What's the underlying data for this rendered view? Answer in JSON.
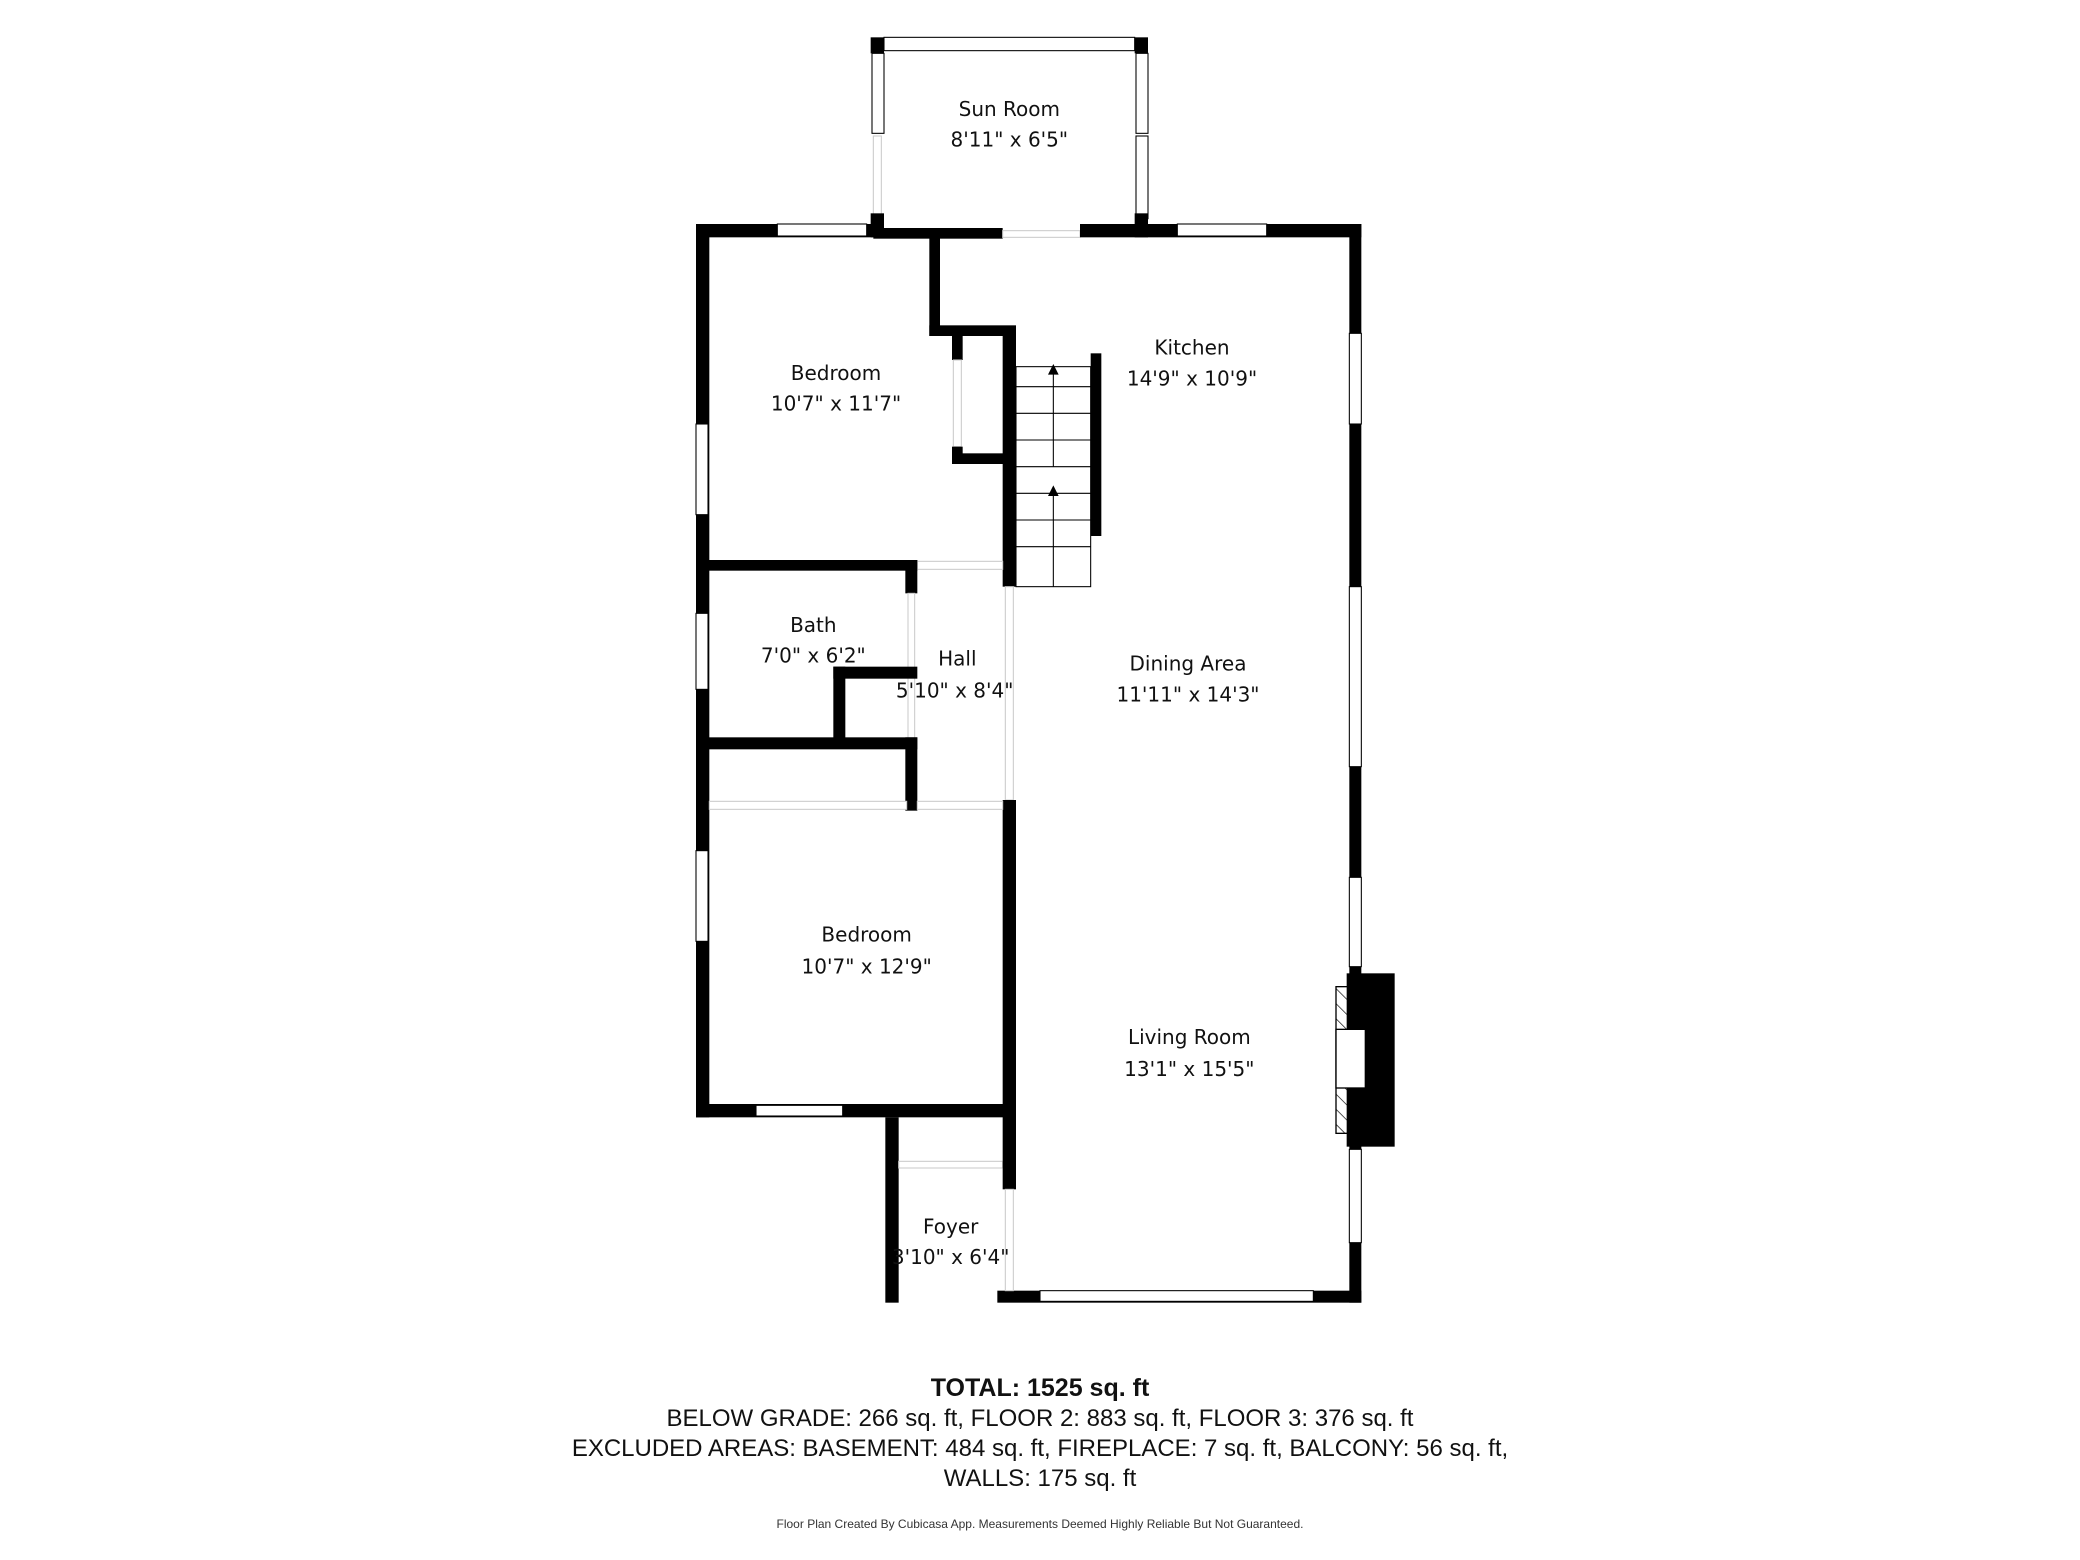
{
  "rooms": {
    "sun_room": {
      "name": "Sun Room",
      "dims": "8'11\" x 6'5\""
    },
    "bedroom_1": {
      "name": "Bedroom",
      "dims": "10'7\" x 11'7\""
    },
    "kitchen": {
      "name": "Kitchen",
      "dims": "14'9\" x 10'9\""
    },
    "bath": {
      "name": "Bath",
      "dims": "7'0\" x 6'2\""
    },
    "hall": {
      "name": "Hall",
      "dims": "5'10\" x 8'4\""
    },
    "dining": {
      "name": "Dining Area",
      "dims": "11'11\" x 14'3\""
    },
    "bedroom_2": {
      "name": "Bedroom",
      "dims": "10'7\" x 12'9\""
    },
    "living": {
      "name": "Living Room",
      "dims": "13'1\" x 15'5\""
    },
    "foyer": {
      "name": "Foyer",
      "dims": "3'10\" x 6'4\""
    }
  },
  "summary": {
    "total": "TOTAL: 1525 sq. ft",
    "line1": "BELOW GRADE: 266 sq. ft, FLOOR 2: 883 sq. ft, FLOOR 3: 376 sq. ft",
    "line2": "EXCLUDED AREAS: BASEMENT: 484 sq. ft, FIREPLACE: 7 sq. ft, BALCONY: 56 sq. ft,",
    "line3": "WALLS: 175 sq. ft",
    "credit": "Floor Plan Created By Cubicasa App. Measurements Deemed Highly Reliable But Not Guaranteed."
  }
}
